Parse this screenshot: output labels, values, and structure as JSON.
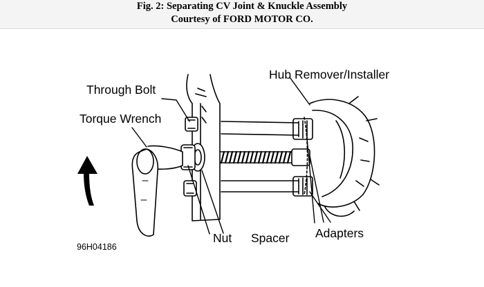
{
  "figure": {
    "title": "Fig. 2: Separating CV Joint & Knuckle Assembly",
    "courtesy": "Courtesy of FORD MOTOR CO.",
    "code": "96H04186"
  },
  "labels": {
    "through_bolt": "Through Bolt",
    "torque_wrench": "Torque Wrench",
    "hub_remover": "Hub Remover/Installer",
    "nut": "Nut",
    "spacer": "Spacer",
    "adapters": "Adapters"
  }
}
